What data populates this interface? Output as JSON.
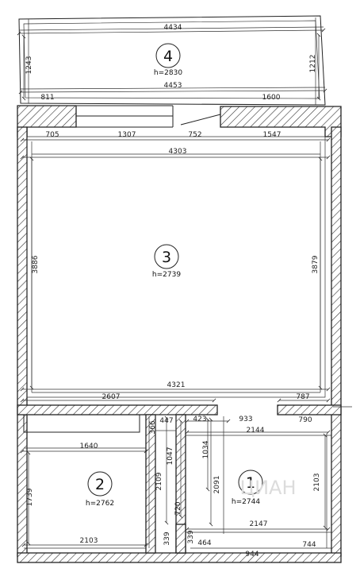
{
  "rooms": [
    {
      "number": "4",
      "height_label": "h=2830"
    },
    {
      "number": "3",
      "height_label": "h=2739"
    },
    {
      "number": "2",
      "height_label": "h=2762"
    },
    {
      "number": "1",
      "height_label": "h=2744"
    }
  ],
  "dimensions": {
    "d4434": "4434",
    "d4453": "4453",
    "d1243": "1243",
    "d1212": "1212",
    "d811": "811",
    "d1600": "1600",
    "d705": "705",
    "d1307": "1307",
    "d752": "752",
    "d1547": "1547",
    "d4303": "4303",
    "d3886": "3886",
    "d3879": "3879",
    "d4321": "4321",
    "d2607": "2607",
    "d787": "787",
    "d366": "366",
    "d447": "447",
    "d423": "423",
    "d933": "933",
    "d790": "790",
    "d2144": "2144",
    "d1640": "1640",
    "d1739": "1739",
    "d2109": "2109",
    "d1047": "1047",
    "d1034": "1034",
    "d2091": "2091",
    "d2103r": "2103",
    "d720": "720",
    "d2147": "2147",
    "d2103b": "2103",
    "d339": "339",
    "d339b": "339",
    "d464": "464",
    "d944": "944",
    "d744": "744"
  },
  "watermark": "ЦИАН"
}
